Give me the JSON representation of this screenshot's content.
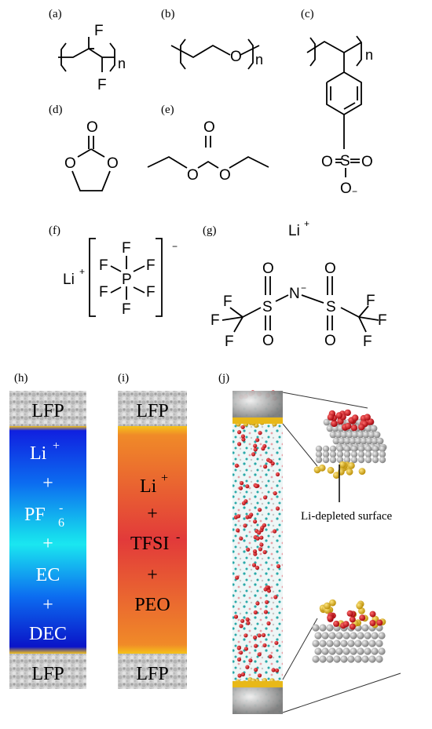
{
  "panels": {
    "a": "(a)",
    "b": "(b)",
    "c": "(c)",
    "d": "(d)",
    "e": "(e)",
    "f": "(f)",
    "g": "(g)",
    "h": "(h)",
    "i": "(i)",
    "j": "(j)"
  },
  "atoms": {
    "F": "F",
    "O": "O",
    "S": "S",
    "N": "N",
    "P": "P",
    "n": "n",
    "Li": "Li",
    "plus": "+",
    "minus": "−",
    "six": "6"
  },
  "column_h": {
    "electrode_top": "LFP",
    "electrode_bottom": "LFP",
    "li": "Li",
    "li_charge": "+",
    "plus": "+",
    "pf": "PF",
    "pf_sub": "6",
    "pf_charge": "-",
    "ec": "EC",
    "dec": "DEC"
  },
  "column_i": {
    "electrode_top": "LFP",
    "electrode_bottom": "LFP",
    "li": "Li",
    "li_charge": "+",
    "plus": "+",
    "tfsi": "TFSI",
    "tfsi_charge": "-",
    "peo": "PEO"
  },
  "panel_j": {
    "callout": "Li-depleted surface"
  },
  "colors": {
    "electrolyte_blue": "#0a14d8",
    "electrolyte_cyan": "#18e6f0",
    "polymer_orange": "#f0902a",
    "polymer_red": "#e23a3a",
    "interface_gold": "#f5c21a",
    "atom_red": "#d0101a",
    "atom_gray": "#a8a8a8",
    "atom_teal": "#2aa9a9"
  }
}
